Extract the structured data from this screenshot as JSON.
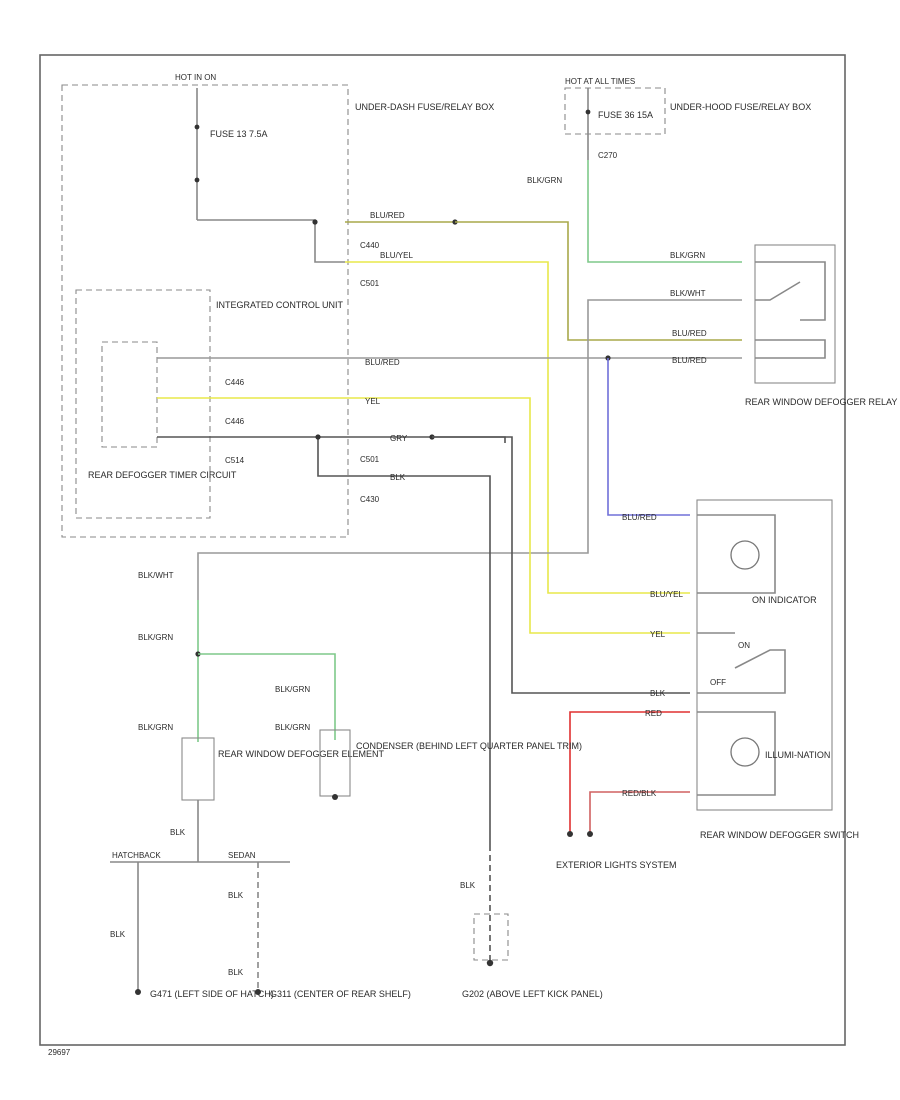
{
  "labels": {
    "hot_in_on": "HOT IN ON",
    "hot_at_all_times": "HOT AT ALL TIMES",
    "fuse_left": "FUSE 13 7.5A",
    "fuse_right": "FUSE 36 15A",
    "under_dash": "UNDER-DASH FUSE/RELAY BOX",
    "under_hood": "UNDER-HOOD FUSE/RELAY BOX",
    "icu": "INTEGRATED CONTROL UNIT",
    "timer": "REAR DEFOGGER TIMER CIRCUIT",
    "relay": "REAR WINDOW DEFOGGER RELAY (ABOVE LEFT KICK PANEL)",
    "on_indicator": "ON INDICATOR",
    "illumination": "ILLUMI-NATION",
    "switch": "REAR WINDOW DEFOGGER SWITCH",
    "on": "ON",
    "off": "OFF",
    "element": "REAR WINDOW DEFOGGER ELEMENT",
    "condenser": "CONDENSER (BEHIND LEFT QUARTER PANEL TRIM)",
    "ext_lights": "EXTERIOR LIGHTS SYSTEM",
    "g471": "G471 (LEFT SIDE OF HATCH)",
    "g311": "G311 (CENTER OF REAR SHELF)",
    "g202": "G202 (ABOVE LEFT KICK PANEL)",
    "hatchback": "HATCHBACK",
    "sedan": "SEDAN",
    "c270": "C270",
    "c440": "C440",
    "c501": "C501",
    "c446": "C446",
    "c514": "C514",
    "c430": "C430",
    "fig": "29697"
  },
  "wires": {
    "blk_grn": "BLK/GRN",
    "blk_wht": "BLK/WHT",
    "blu_red": "BLU/RED",
    "blu_yel": "BLU/YEL",
    "blu_red2": "BLU/RED",
    "yel": "YEL",
    "blk": "BLK",
    "gry": "GRY",
    "red": "RED",
    "red_blk": "RED/BLK"
  },
  "colors": {
    "green": "#7fc98a",
    "yellow": "#e8e84a",
    "olive": "#a8a84a",
    "blue": "#7070d8",
    "red": "#e03030",
    "dark": "#555555",
    "gray": "#999999",
    "pink": "#d06060"
  }
}
